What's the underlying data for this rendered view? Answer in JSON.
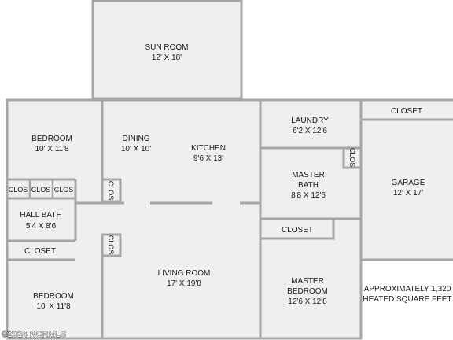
{
  "rooms": {
    "sun_room": {
      "name": "SUN ROOM",
      "dim": "12' X 18'"
    },
    "bedroom_top": {
      "name": "BEDROOM",
      "dim": "10' X 11'8"
    },
    "dining": {
      "name": "DINING",
      "dim": "10' X 10'"
    },
    "kitchen": {
      "name": "KITCHEN",
      "dim": "9'6 X 13'"
    },
    "laundry": {
      "name": "LAUNDRY",
      "dim": "6'2 X 12'6"
    },
    "garage": {
      "name": "GARAGE",
      "dim": "12' X 17'"
    },
    "master_bath": {
      "name": "MASTER",
      "name2": "BATH",
      "dim": "8'8 X 12'6"
    },
    "hall_bath": {
      "name": "HALL BATH",
      "dim": "5'4 X 8'6"
    },
    "living_room": {
      "name": "LIVING ROOM",
      "dim": "17' X 19'8"
    },
    "bedroom_bottom": {
      "name": "BEDROOM",
      "dim": "10' X 11'8"
    },
    "master_bedroom": {
      "name": "MASTER",
      "name2": "BEDROOM",
      "dim": "12'6 X 12'8"
    }
  },
  "closets": {
    "garage_closet": "CLOSET",
    "master_closet": "CLOSET",
    "hall_closet": "CLOSET",
    "clos_1": "CLOS",
    "clos_2": "CLOS",
    "clos_3": "CLOS",
    "clos_dining": "CLOS",
    "clos_living": "CLOS",
    "clos_bath": "CLOS"
  },
  "note": {
    "line1": "APPROXIMATELY 1,320",
    "line2": "HEATED SQUARE FEET"
  },
  "watermark": "©2024 NCRMLS"
}
